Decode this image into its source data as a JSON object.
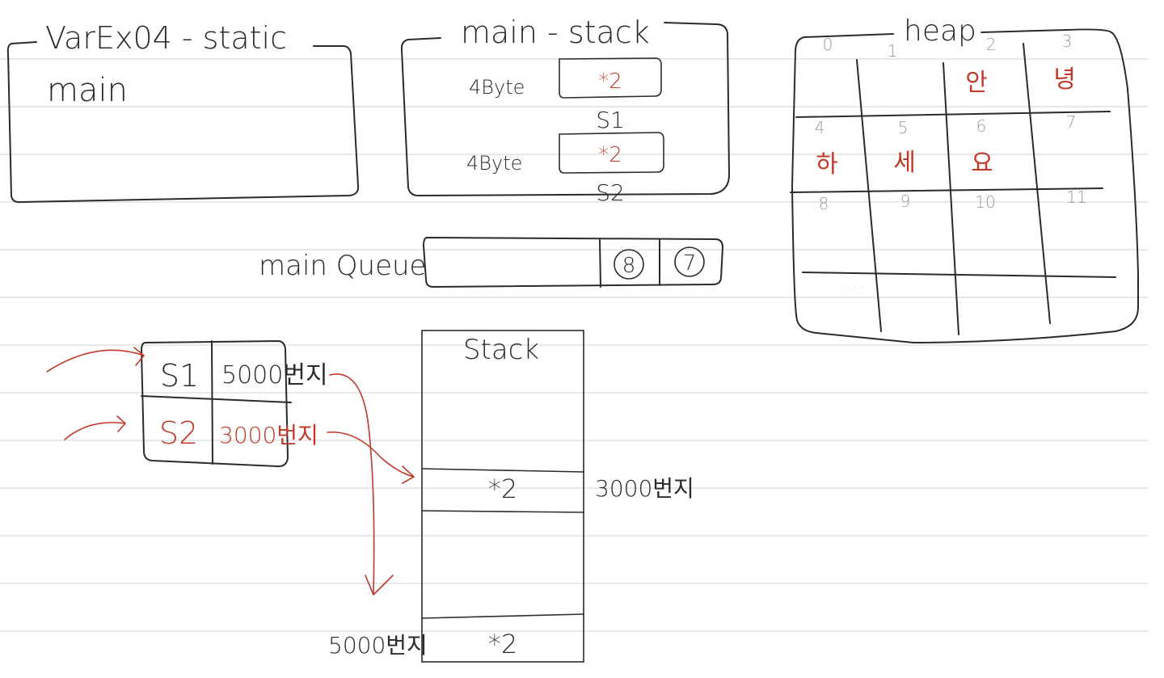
{
  "colors": {
    "ink": "#2b2b2b",
    "red": "#c0392b",
    "gray": "#9a9a9a",
    "rule": "#d9d9d9"
  },
  "static_box": {
    "title": "VarEx04 - static",
    "content": "main"
  },
  "main_stack_box": {
    "title": "main - stack",
    "slots": [
      {
        "size": "4Byte",
        "value": "*2",
        "name": "S1"
      },
      {
        "size": "4Byte",
        "value": "*2",
        "name": "S2"
      }
    ]
  },
  "main_queue": {
    "label": "main Queue",
    "items": [
      "8",
      "7"
    ]
  },
  "heap": {
    "title": "heap",
    "indices": [
      "0",
      "1",
      "2",
      "3",
      "4",
      "5",
      "6",
      "7",
      "8",
      "9",
      "10",
      "11"
    ],
    "chars": [
      {
        "index": "2",
        "char": "안"
      },
      {
        "index": "3",
        "char": "녕"
      },
      {
        "index": "4",
        "char": "하"
      },
      {
        "index": "5",
        "char": "세"
      },
      {
        "index": "6",
        "char": "요"
      }
    ],
    "ellipsis": ". . ."
  },
  "ref_table": {
    "rows": [
      {
        "name": "S1",
        "address": "5000번지"
      },
      {
        "name": "S2",
        "address": "3000번지"
      }
    ]
  },
  "stack_column": {
    "title": "Stack",
    "cells": [
      {
        "value": "*2",
        "address": "3000번지"
      },
      {
        "value": "*2",
        "address": "5000번지"
      }
    ]
  }
}
